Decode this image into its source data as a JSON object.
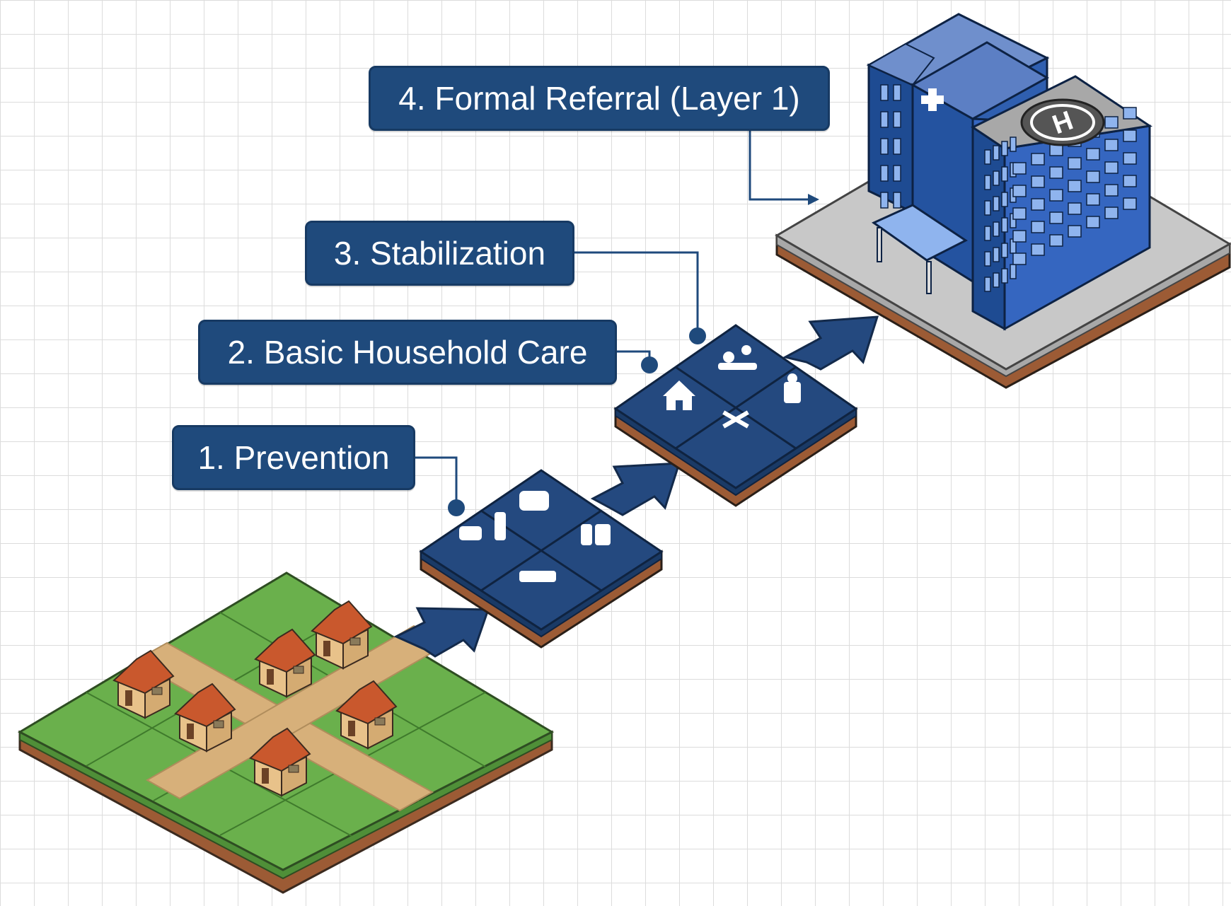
{
  "steps": [
    {
      "label": "1. Prevention"
    },
    {
      "label": "2. Basic Household Care"
    },
    {
      "label": "3. Stabilization"
    },
    {
      "label": "4. Formal Referral (Layer 1)"
    }
  ],
  "icons": {
    "village": "village-tile-icon",
    "prevention_tile": "prevention-tile-icon",
    "care_tile": "household-care-tile-icon",
    "hospital": "hospital-building-icon",
    "helipad": "helipad-icon",
    "cross": "medical-cross-icon"
  },
  "colors": {
    "label_bg": "#1f4a7c",
    "tile_blue": "#24497f",
    "grass": "#6ab04c",
    "road": "#d7b07a",
    "soil": "#a0603a",
    "hospital_blue": "#2f5fb0",
    "roof": "#c9582d"
  }
}
